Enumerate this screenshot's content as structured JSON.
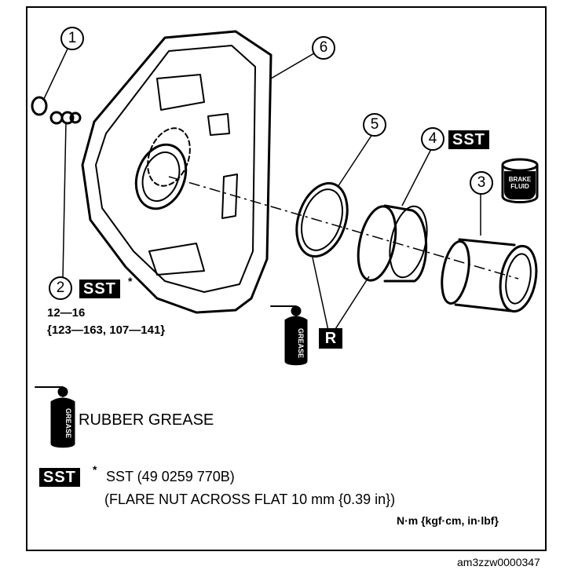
{
  "callouts": [
    "1",
    "2",
    "3",
    "4",
    "5",
    "6"
  ],
  "sst_label": "SST",
  "r_label": "R",
  "torque": {
    "value": "12—16",
    "alt": "{123—163, 107—141}"
  },
  "legend": {
    "rubber_grease": "RUBBER GREASE",
    "sst_desc": "SST (49 0259 770B)",
    "sst_note": "(FLARE NUT ACROSS FLAT 10 mm {0.39 in})",
    "units": "N·m {kgf·cm, in·lbf}"
  },
  "grease_can_label": "GREASE",
  "brake_fluid_label": [
    "BRAKE",
    "FLUID"
  ],
  "footer_code": "am3zzw0000347"
}
